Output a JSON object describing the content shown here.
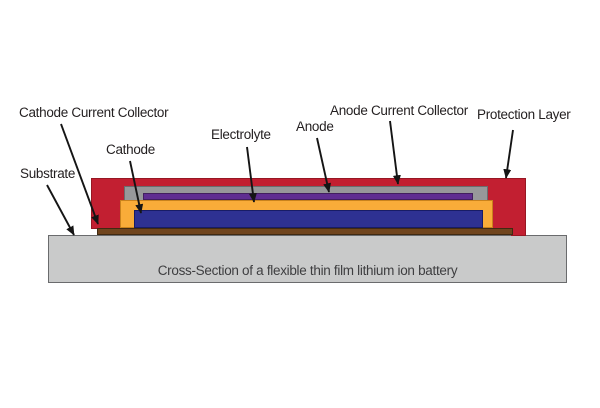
{
  "diagram": {
    "caption": "Cross-Section of a flexible thin film lithium ion battery",
    "labels": {
      "cathode_current_collector": "Cathode Current Collector",
      "substrate": "Substrate",
      "cathode": "Cathode",
      "electrolyte": "Electrolyte",
      "anode": "Anode",
      "anode_current_collector": "Anode Current Collector",
      "protection_layer": "Protection Layer"
    },
    "colors": {
      "protection_layer": "#c21f31",
      "anode_current_collector": "#97989a",
      "anode": "#5f2e91",
      "electrolyte": "#f9ac39",
      "cathode": "#2e3192",
      "cathode_current_collector": "#70451e",
      "substrate": "#c9caca",
      "label_text": "#231f20",
      "caption_text": "#3e3e40"
    }
  }
}
